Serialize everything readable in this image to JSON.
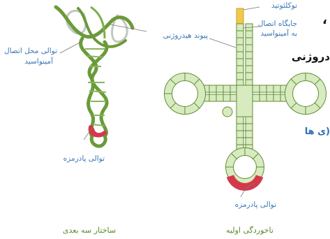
{
  "labels": {
    "nucleotide": "نوکلئوتید",
    "amino_site_1": "جایگاه اتصال",
    "amino_site_2": "به آمینواسید",
    "hydrogen_bond": "پیوند هیدروژنی",
    "amino_seq_1": "توالی محل اتصال",
    "amino_seq_2": "آمینواسید",
    "anticodon_left": "توالی پادرمزه",
    "anticodon_right": "توالی پادرمزه",
    "caption_3d": "ساختار سه بعدی",
    "caption_primary": "تاخوردگی اولیه"
  },
  "cropped_text": {
    "comma": "،",
    "hydrogen_partial": "دروژنی",
    "bonds_partial": "ی ها)"
  },
  "colors": {
    "strand_green": "#6b9a3a",
    "stem_fill": "#d8ebc0",
    "stem_stroke": "#5f8e34",
    "terminal_yellow": "#f2c84a",
    "anticodon_red": "#d23a4a",
    "label_blue": "#3a77b5",
    "caption_green": "#5b8a2e"
  }
}
